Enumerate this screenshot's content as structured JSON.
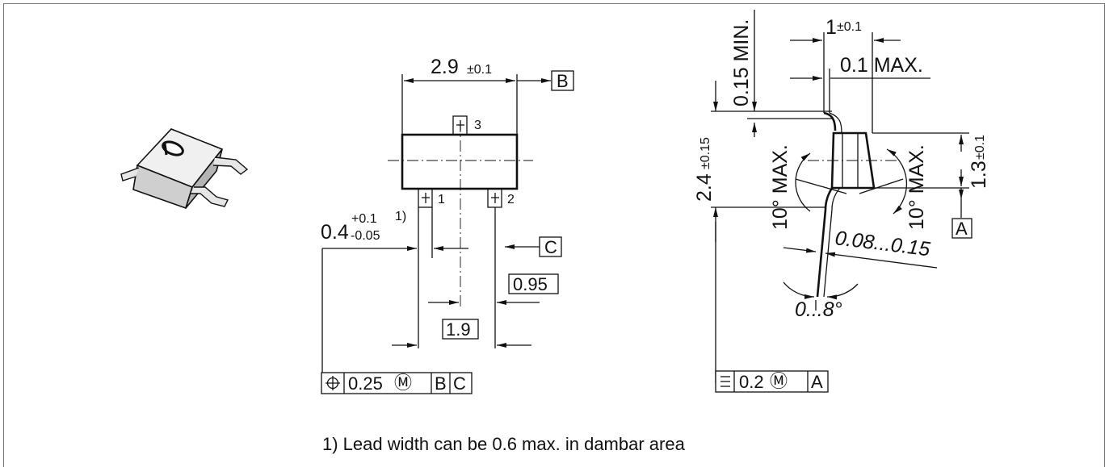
{
  "front_view": {
    "width_dim": "2.9",
    "width_tol": "±0.1",
    "datum_B": "B",
    "datum_C": "C",
    "pin1": "1",
    "pin2": "2",
    "pin3": "3",
    "lead_dim": "0.4",
    "lead_tol_plus": "+0.1",
    "lead_tol_minus": "-0.05",
    "lead_note_ref": "1)",
    "pitch_half": "0.95",
    "pitch_full": "1.9",
    "tolerance_frame": {
      "symbol": "⌖",
      "value": "0.25",
      "modifier": "Ⓜ",
      "ref1": "B",
      "ref2": "C"
    }
  },
  "side_view": {
    "standoff": "0.15 MIN.",
    "lead_len": "1",
    "lead_len_tol": "±0.1",
    "lead_max": "0.1 MAX.",
    "height_total": "2.4",
    "height_total_tol": "±0.15",
    "body_height": "1.3",
    "body_height_tol": "±0.1",
    "draft_left": "10° MAX.",
    "draft_right": "10° MAX.",
    "datum_A": "A",
    "lead_thickness": "0.08...0.15",
    "lead_angle": "0...8°",
    "tolerance_frame": {
      "symbol": "⌯",
      "value": "0.2",
      "modifier": "Ⓜ",
      "ref1": "A"
    }
  },
  "footnote": "1) Lead width can be 0.6 max. in dambar area"
}
